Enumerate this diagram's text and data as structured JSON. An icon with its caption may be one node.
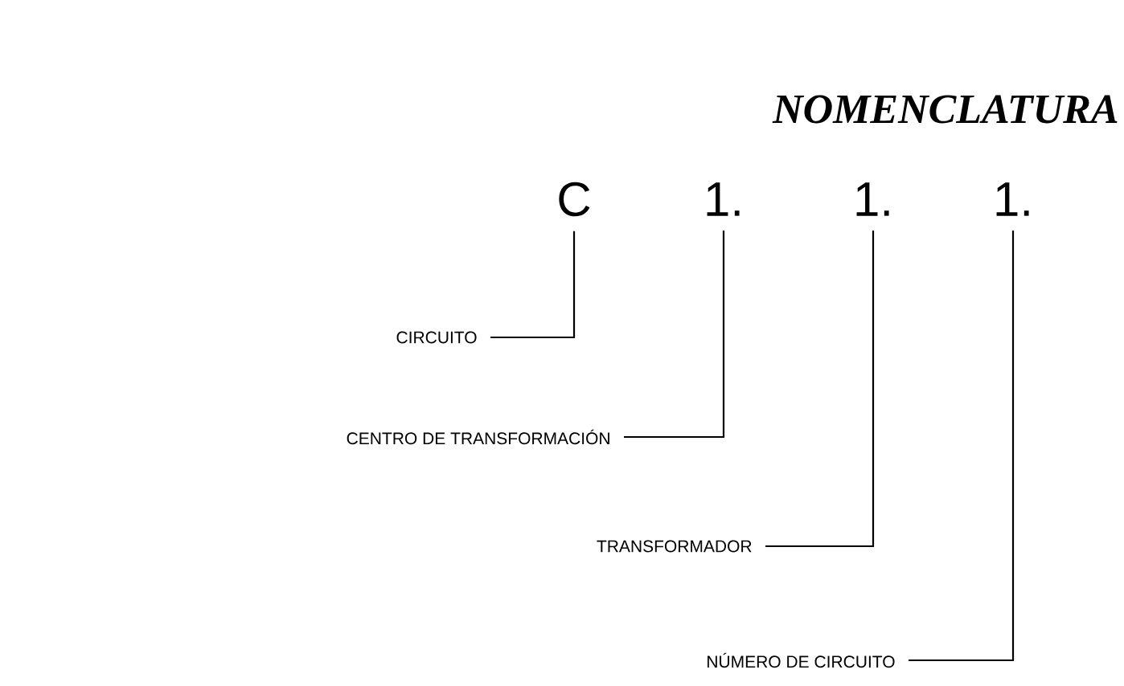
{
  "diagram": {
    "title": "NOMENCLATURA",
    "nodes": [
      {
        "text": [
          "C"
        ]
      },
      {
        "text": [
          "1."
        ]
      },
      {
        "text": [
          "1."
        ]
      },
      {
        "text": [
          "1."
        ]
      },
      {
        "text": [
          "CIRCUITO"
        ]
      },
      {
        "text": [
          "CENTRO DE TRANSFORMACIÓN"
        ]
      },
      {
        "text": [
          "TRANSFORMADOR"
        ]
      },
      {
        "text": [
          "NÚMERO DE CIRCUITO"
        ]
      }
    ],
    "edges": [
      {
        "from": 4,
        "to": 0,
        "arrow": "none"
      },
      {
        "from": 5,
        "to": 1,
        "arrow": "none"
      },
      {
        "from": 6,
        "to": 2,
        "arrow": "none"
      },
      {
        "from": 7,
        "to": 3,
        "arrow": "none"
      }
    ]
  }
}
